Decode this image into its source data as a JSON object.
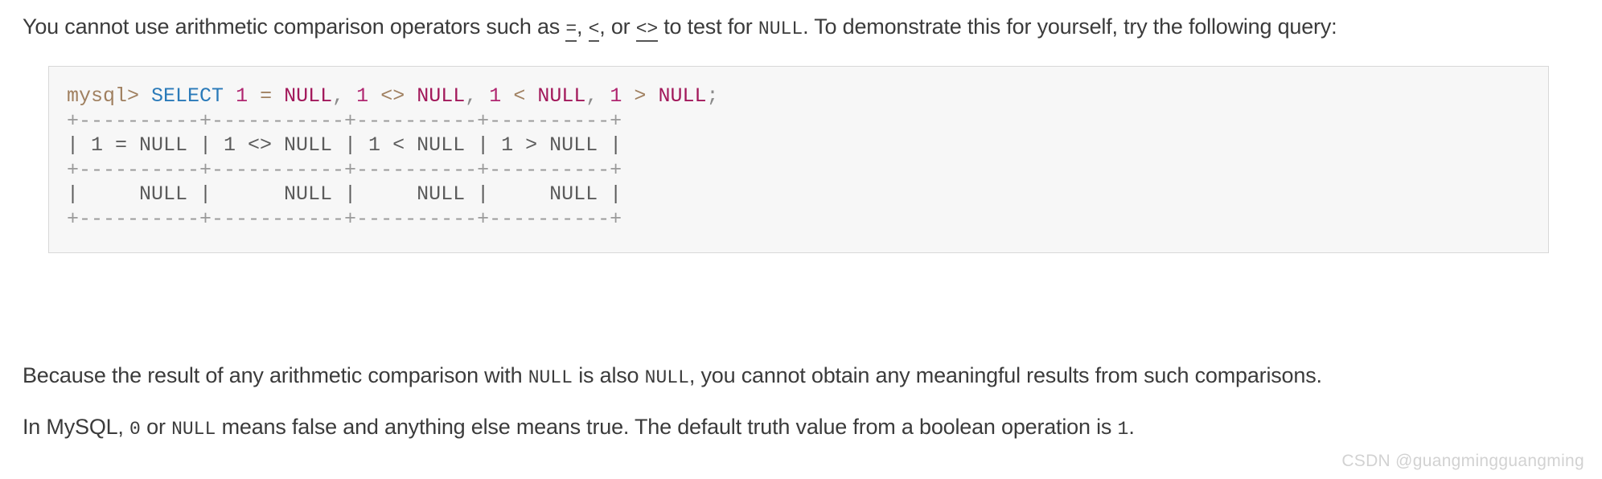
{
  "colors": {
    "page_background": "#ffffff",
    "text": "#3b3b3b",
    "code_background": "#f7f7f7",
    "code_border": "#d8d8d8",
    "token_prompt": "#a08060",
    "token_keyword": "#2a7ab9",
    "token_number": "#b02670",
    "token_null": "#a2195b",
    "token_operator": "#a08060",
    "token_punct": "#8a8a8a",
    "token_table": "#5c5c5c",
    "watermark": "#d2d2d2"
  },
  "paragraphs": {
    "intro": {
      "part1": "You cannot use arithmetic comparison operators such as ",
      "op_eq": "=",
      "sep1": ", ",
      "op_lt": "<",
      "sep2": ", or ",
      "op_ne": "<>",
      "part2": " to test for ",
      "null_literal": "NULL",
      "part3": ". To demonstrate this for yourself, try the following query:"
    },
    "because": {
      "part1": "Because the result of any arithmetic comparison with ",
      "null1": "NULL",
      "part2": " is also ",
      "null2": "NULL",
      "part3": ", you cannot obtain any meaningful results from such comparisons."
    },
    "inmysql": {
      "part1": "In MySQL, ",
      "zero": "0",
      "part2": " or ",
      "null1": "NULL",
      "part3": " means false and anything else means true. The default truth value from a boolean operation is ",
      "one": "1",
      "part4": "."
    }
  },
  "code": {
    "query": {
      "prompt": "mysql>",
      "space1": " ",
      "keyword": "SELECT",
      "space2": " ",
      "num1": "1",
      "sp_a": " ",
      "op1": "=",
      "sp_b": " ",
      "null1": "NULL",
      "comma1": ",",
      "sp_c": " ",
      "num2": "1",
      "sp_d": " ",
      "op2": "<>",
      "sp_e": " ",
      "null2": "NULL",
      "comma2": ",",
      "sp_f": " ",
      "num3": "1",
      "sp_g": " ",
      "op3": "<",
      "sp_h": " ",
      "null3": "NULL",
      "comma3": ",",
      "sp_i": " ",
      "num4": "1",
      "sp_j": " ",
      "op4": ">",
      "sp_k": " ",
      "null4": "NULL",
      "semicolon": ";"
    },
    "result_table": {
      "rule_top": "+----------+-----------+----------+----------+",
      "header_row": "| 1 = NULL | 1 <> NULL | 1 < NULL | 1 > NULL |",
      "rule_mid": "+----------+-----------+----------+----------+",
      "data_row": "|     NULL |      NULL |     NULL |     NULL |",
      "rule_bottom": "+----------+-----------+----------+----------+",
      "columns": [
        "1 = NULL",
        "1 <> NULL",
        "1 < NULL",
        "1 > NULL"
      ],
      "values": [
        "NULL",
        "NULL",
        "NULL",
        "NULL"
      ]
    }
  },
  "watermark": {
    "text": "CSDN @guangmingguangming"
  }
}
